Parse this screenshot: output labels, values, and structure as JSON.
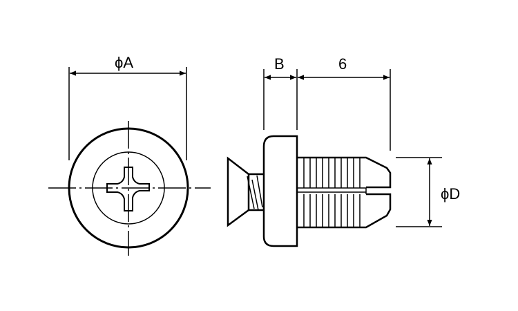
{
  "dimensions": {
    "diameter_a": "ϕA",
    "b": "B",
    "length": "6",
    "diameter_d": "ϕD"
  },
  "colors": {
    "line": "#000000",
    "background": "#ffffff"
  }
}
